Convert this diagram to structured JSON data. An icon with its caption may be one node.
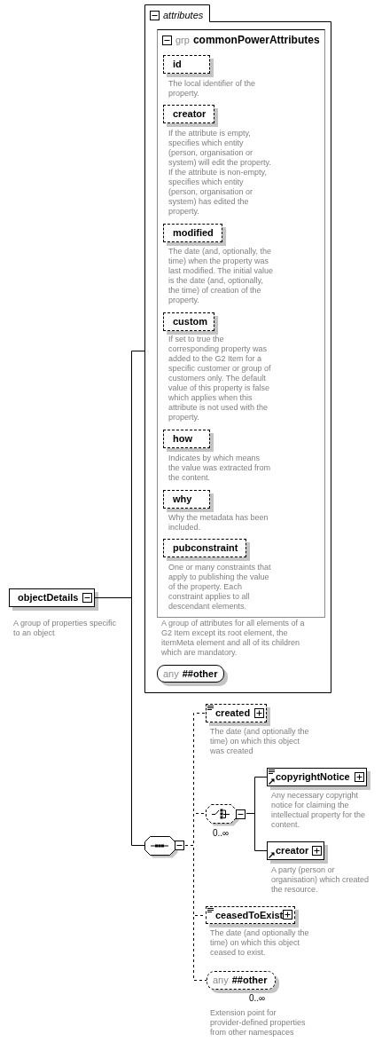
{
  "diagram": {
    "nodes": [
      {
        "text": [
          "objectDetails"
        ],
        "beside": [
          "A group of properties specific to an object"
        ]
      },
      {
        "text": [
          "attributes"
        ]
      },
      {
        "text": [
          "grp",
          "commonPowerAttributes"
        ],
        "in": 1,
        "beside": [
          "A group of attributes for all elements of a G2 Item except its root element, the itemMeta element and all of its children which are mandatory."
        ]
      },
      {
        "text": [
          "id"
        ],
        "in": 2,
        "beside": [
          "The local identifier of the property."
        ]
      },
      {
        "text": [
          "creator"
        ],
        "in": 2,
        "beside": [
          "If the attribute is empty, specifies which entity (person, organisation or system) will edit the property. If the attribute is non-empty, specifies which entity (person, organisation or system) has edited the property."
        ]
      },
      {
        "text": [
          "modified"
        ],
        "in": 2,
        "beside": [
          "The date (and, optionally, the time) when the property was last modified. The initial value is the date (and, optionally, the time) of creation of the property."
        ]
      },
      {
        "text": [
          "custom"
        ],
        "in": 2,
        "beside": [
          "If set to true the corresponding property was added to the G2 Item for a specific customer or group of customers only. The default value of this property is false which applies when this attribute is not used with the property."
        ]
      },
      {
        "text": [
          "how"
        ],
        "in": 2,
        "beside": [
          "Indicates by which means the value was extracted from the content."
        ]
      },
      {
        "text": [
          "why"
        ],
        "in": 2,
        "beside": [
          "Why the metadata has been included."
        ]
      },
      {
        "text": [
          "pubconstraint"
        ],
        "in": 2,
        "beside": [
          "One or many constraints that apply to publishing the value of the property. Each constraint applies to all descendant elements."
        ]
      },
      {
        "text": [
          "any",
          "##other"
        ],
        "in": 1
      },
      {
        "text": [],
        "shape": "octagon"
      },
      {
        "text": [
          "created"
        ],
        "beside": [
          "The date (and optionally the time) on which this object was created"
        ]
      },
      {
        "text": [],
        "shape": "octagon",
        "beside": [
          "0..∞"
        ]
      },
      {
        "text": [
          "copyrightNotice"
        ],
        "beside": [
          "Any necessary copyright notice for claiming the intellectual property for the content."
        ]
      },
      {
        "text": [
          "creator"
        ],
        "beside": [
          "A party (person or organisation) which created the resource."
        ]
      },
      {
        "text": [
          "ceasedToExist"
        ],
        "beside": [
          "The date (and optionally the time) on which this object ceased to exist."
        ]
      },
      {
        "text": [
          "any",
          "##other"
        ],
        "beside": [
          "0..∞",
          "Extension point for provider-defined properties from other namespaces"
        ]
      }
    ],
    "edges": [
      {
        "from": 0,
        "to": 1,
        "arrow": "none"
      },
      {
        "from": 0,
        "to": 11,
        "arrow": "none"
      },
      {
        "from": 11,
        "to": 12,
        "arrow": "none",
        "style": "dashed"
      },
      {
        "from": 11,
        "to": 13,
        "arrow": "none",
        "style": "dashed"
      },
      {
        "from": 11,
        "to": 16,
        "arrow": "none",
        "style": "dashed"
      },
      {
        "from": 11,
        "to": 17,
        "arrow": "none",
        "style": "dashed"
      },
      {
        "from": 13,
        "to": 14,
        "arrow": "none"
      },
      {
        "from": 13,
        "to": 15,
        "arrow": "none"
      }
    ]
  }
}
